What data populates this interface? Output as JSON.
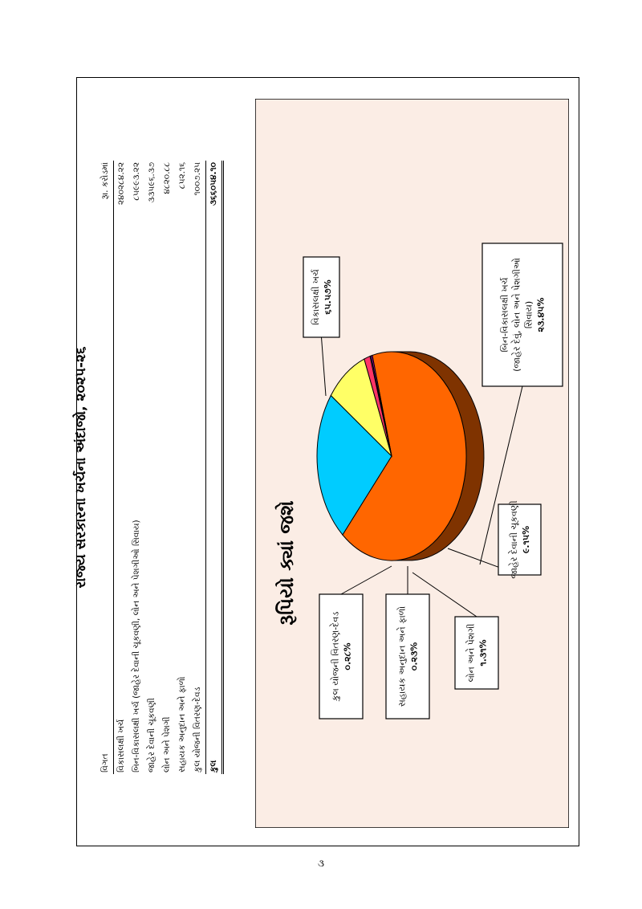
{
  "page": {
    "title": "રાજ્ય સરકારના ખર્ચના અંદાજો, ૨૦૨૫-૨૬",
    "page_number": "૩"
  },
  "table": {
    "header_label": "વિગત",
    "header_amount": "રૂા. કરોડમાં",
    "rows": [
      {
        "label": "વિકાસલક્ષી ખર્ચ",
        "amount": "૨૪૦૨૮૪.૨૨"
      },
      {
        "label": "બિન-વિકાસલક્ષી ખર્ચ (જાહેર દેવાની ચૂકવણી, લોન અને પેશગીઓ સિવાય)",
        "amount": "૮૫૯૯૩.૨૨"
      },
      {
        "label": "જાહેર દેવાની ચૂકવણી",
        "amount": "૩૩૫૯૬.૩૭"
      },
      {
        "label": "લોન અને પેશગી",
        "amount": "૪૮૨૦.૮૮"
      },
      {
        "label": "સહાયક અનુદાન અને ફાળો",
        "amount": "૮૫૨.૧૬"
      },
      {
        "label": "કુલ યોજની વિતરણ-દેવડ",
        "amount": "૧૦૦૭.૨૫"
      }
    ],
    "total_label": "કુલ",
    "total_amount": "૩૬૬૦૫૪.૧૦"
  },
  "chart_data": {
    "type": "pie",
    "title": "રૂપિયો ક્યાં જશે",
    "slices": [
      {
        "label": "વિકાસલક્ષી ખર્ચ",
        "value": 65.57,
        "value_text": "૬૫.૫૭%",
        "color": "#FF6600",
        "side_color": "#7F3300"
      },
      {
        "label": "બિન-વિકાસલક્ષી ખર્ચ (જાહેર દેવું, લોન અને પેશગીઓ સિવાય)",
        "label_lines": [
          "બિન-વિકાસલક્ષી ખર્ચ",
          "(જાહેર દેવું, લોન અને પેશગીઓ",
          "સિવાય)"
        ],
        "value": 23.45,
        "value_text": "૨૩.૪૫%",
        "color": "#00CCFF",
        "side_color": "#1F6A8F"
      },
      {
        "label": "જાહેર દેવાની ચૂકવણી",
        "value": 9.15,
        "value_text": "૯.૧૫%",
        "color": "#FFFF66",
        "side_color": "#D8D040"
      },
      {
        "label": "લોન અને પેશગી",
        "value": 1.31,
        "value_text": "૧.૩૧%",
        "color": "#FF3366",
        "side_color": "#801A33"
      },
      {
        "label": "સહાયક અનુદાન અને ફાળો",
        "value": 0.23,
        "value_text": "૦.૨૩%",
        "color": "#6666CC",
        "side_color": "#333366"
      },
      {
        "label": "કુલ યોજની વિતરણ-દેવડ",
        "value": 0.28,
        "value_text": "૦.૨૮%",
        "color": "#CC00CC",
        "side_color": "#660066"
      }
    ]
  }
}
